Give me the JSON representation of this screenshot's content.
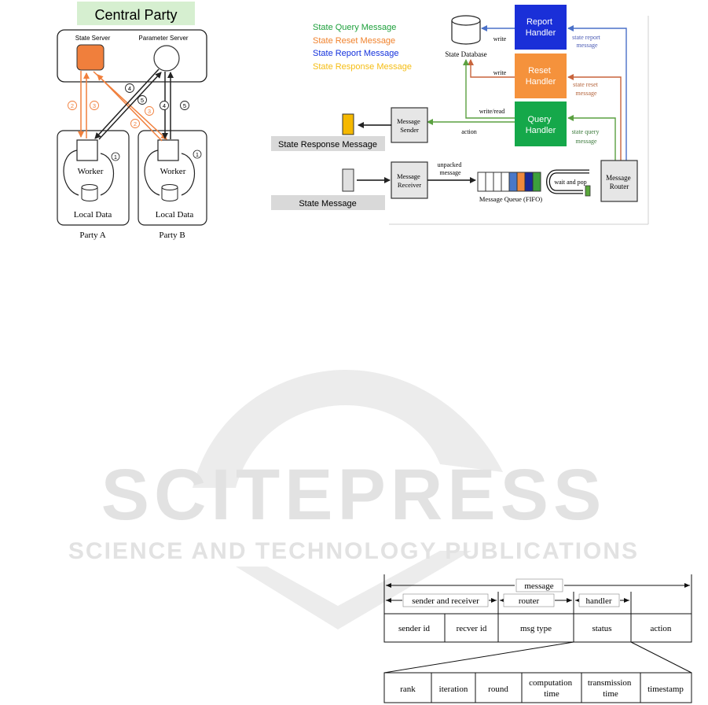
{
  "left_diagram": {
    "banner": "Central Party",
    "state_server": "State Server",
    "parameter_server": "Parameter Server",
    "worker_a": "Worker",
    "worker_b": "Worker",
    "local_data_a": "Local Data",
    "local_data_b": "Local Data",
    "party_a": "Party A",
    "party_b": "Party B",
    "step_1": "1",
    "step_2": "2",
    "step_3": "3",
    "step_4": "4",
    "step_5": "5",
    "colors": {
      "orange": "#f07f3c",
      "banner_bg": "#d6efd0"
    }
  },
  "legend": {
    "query": "State Query Message",
    "reset": "State Reset Message",
    "report": "State Report Message",
    "response": "State Response Message",
    "colors": {
      "query": "#1ea03c",
      "reset": "#f0822d",
      "report": "#1432dc",
      "response": "#f5bd14"
    }
  },
  "right_diagram": {
    "state_database": "State Database",
    "report_handler": [
      "Report",
      "Handler"
    ],
    "reset_handler": [
      "Reset",
      "Handler"
    ],
    "query_handler": [
      "Query",
      "Handler"
    ],
    "write_1": "write",
    "write_2": "write",
    "write_read": "write/read",
    "action": "action",
    "state_report_message": [
      "state report",
      "message"
    ],
    "state_reset_message": [
      "state reset",
      "message"
    ],
    "state_query_message": [
      "state query",
      "message"
    ],
    "message_sender": [
      "Message",
      "Sender"
    ],
    "message_receiver": [
      "Message",
      "Receiver"
    ],
    "message_router": [
      "Message",
      "Router"
    ],
    "unpacked_message": [
      "unpacked",
      "message"
    ],
    "message_queue": "Message Queue (FIFO)",
    "wait_and_pop": "wait and pop",
    "state_response_label": "State Response Message",
    "state_message_label": "State Message",
    "colors": {
      "report": "#1a2fd8",
      "reset": "#f5923c",
      "query": "#15a84a"
    }
  },
  "watermark": {
    "line1": "SCITEPRESS",
    "line2": "SCIENCE AND TECHNOLOGY PUBLICATIONS"
  },
  "message_format": {
    "message": "message",
    "sender_and_receiver": "sender and receiver",
    "router": "router",
    "handler": "handler",
    "fields": [
      "sender id",
      "recver id",
      "msg type",
      "status",
      "action"
    ],
    "status_fields": [
      [
        "rank"
      ],
      [
        "iteration"
      ],
      [
        "round"
      ],
      [
        "computation",
        "time"
      ],
      [
        "transmission",
        "time"
      ],
      [
        "timestamp"
      ]
    ]
  }
}
